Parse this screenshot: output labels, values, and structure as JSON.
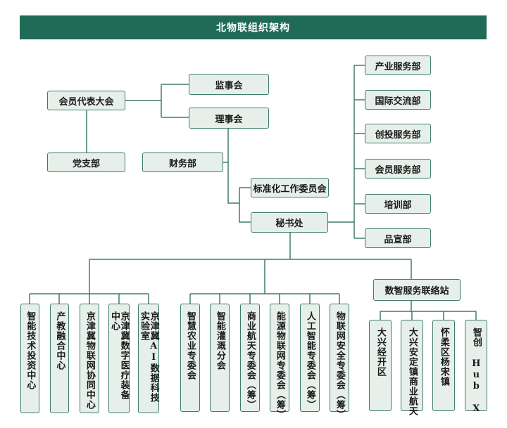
{
  "title": "北物联组织架构",
  "top": {
    "assembly": "会员代表大会",
    "party": "党支部",
    "supervisory": "监事会",
    "council": "理事会",
    "finance": "财务部",
    "standards": "标准化工作委员会",
    "secretariat": "秘书处"
  },
  "departments": [
    "产业服务部",
    "国际交流部",
    "创投服务部",
    "会员服务部",
    "培训部",
    "品宣部"
  ],
  "centers": [
    "智能技术投资中心",
    "产教融合中心",
    "京津冀物联网协同中心",
    "京津冀数字医疗装备中心",
    "京津冀AI数据科技实验室"
  ],
  "committees": [
    "智慧农业专委会",
    "智能灌溉分会",
    "商业航天专委会（筹）",
    "能源物联网专委会（筹）",
    "人工智能专委会（筹）",
    "物联网安全专委会（筹）"
  ],
  "station": {
    "label": "数智服务联络站",
    "children": [
      "大兴经开区",
      "大兴安定镇商业航天",
      "怀柔区杨宋镇",
      "智创 Hub X"
    ]
  }
}
